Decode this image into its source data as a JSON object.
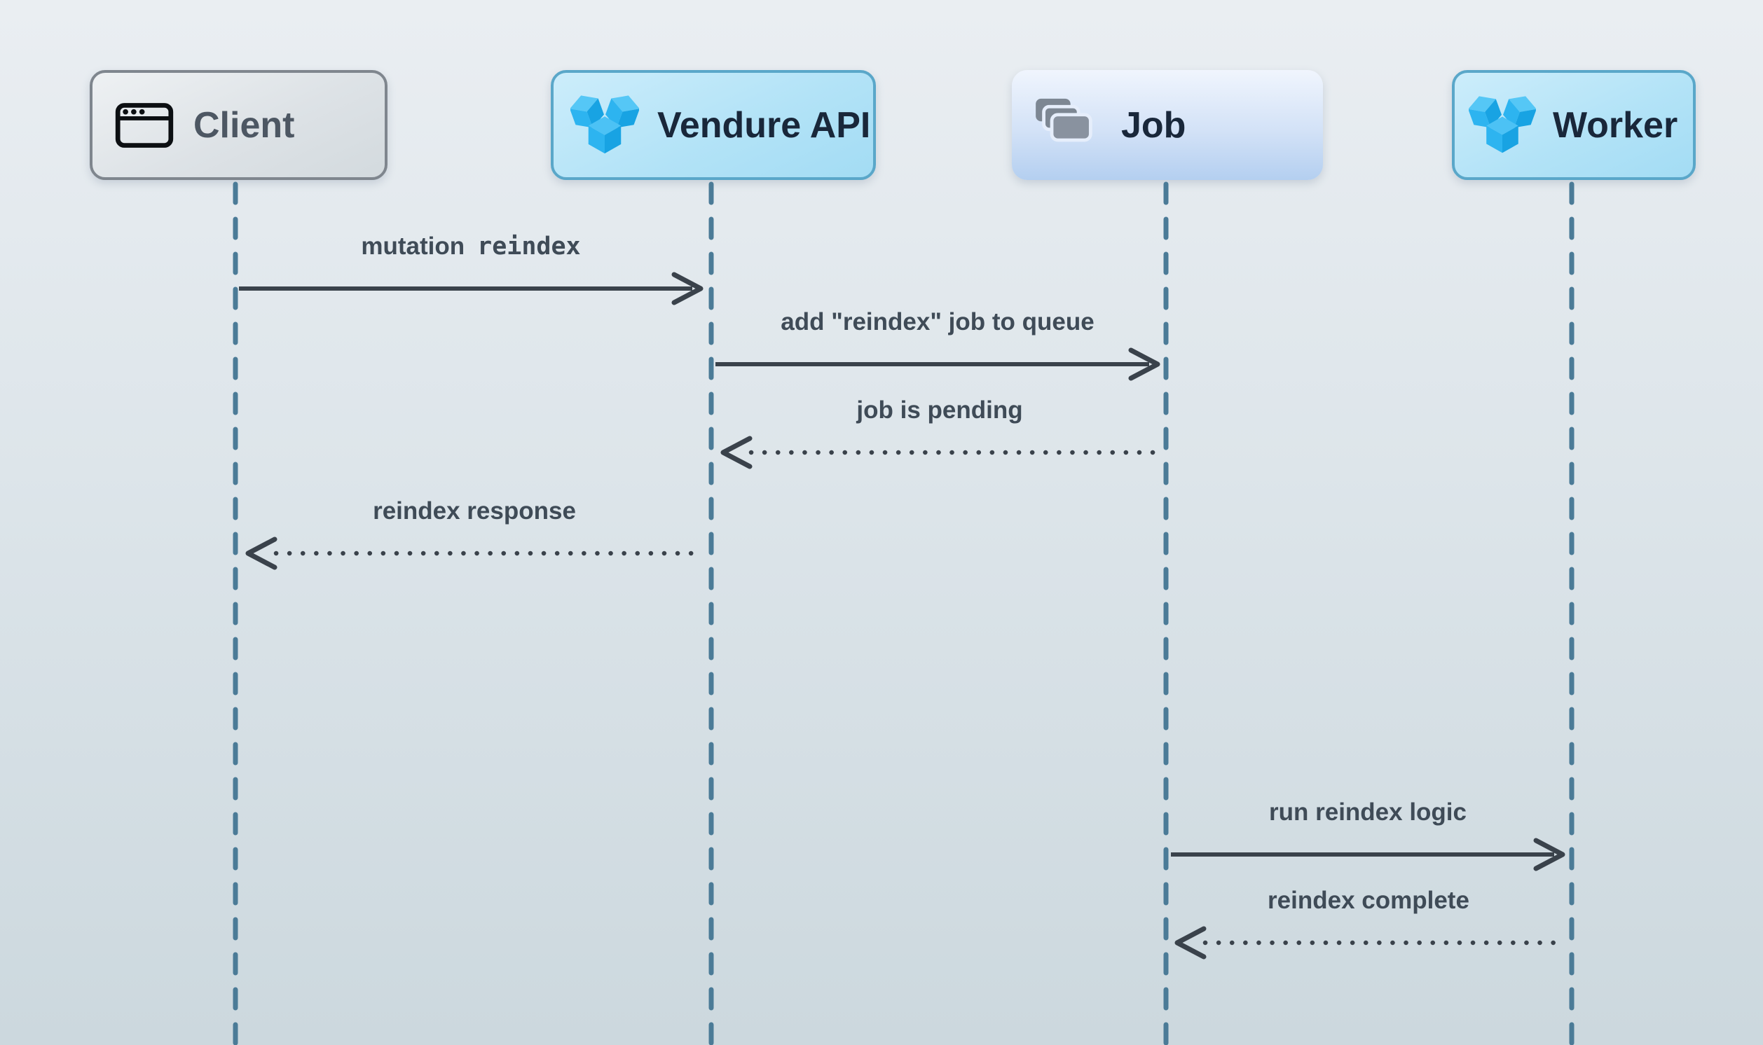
{
  "diagram": {
    "type": "sequence",
    "actors": [
      {
        "label": "Client",
        "icon": "browser-window-icon",
        "style": "gray"
      },
      {
        "label": "Vendure API",
        "icon": "vendure-logo-icon",
        "style": "blue"
      },
      {
        "label": "Job",
        "icon": "stacked-cards-icon",
        "style": "soft-blue"
      },
      {
        "label": "Worker",
        "icon": "vendure-logo-icon",
        "style": "blue"
      }
    ],
    "messages": [
      {
        "from": "Client",
        "to": "Vendure API",
        "label": "mutation",
        "code": "reindex",
        "line": "solid",
        "direction": "right"
      },
      {
        "from": "Vendure API",
        "to": "Job",
        "label": "add \"reindex\" job to queue",
        "line": "solid",
        "direction": "right"
      },
      {
        "from": "Job",
        "to": "Vendure API",
        "label": "job is pending",
        "line": "dotted",
        "direction": "left"
      },
      {
        "from": "Vendure API",
        "to": "Client",
        "label": "reindex response",
        "line": "dotted",
        "direction": "left"
      },
      {
        "from": "Job",
        "to": "Worker",
        "label": "run reindex logic",
        "line": "solid",
        "direction": "right"
      },
      {
        "from": "Worker",
        "to": "Job",
        "label": "reindex complete",
        "line": "dotted",
        "direction": "left"
      }
    ],
    "colors": {
      "background_top": "#eaeef2",
      "background_bottom": "#ccd8de",
      "lifeline": "#4b7b97",
      "arrow": "#3a424b",
      "message_text": "#3f4b57",
      "vendure_blue": "#2db4f0",
      "actor_blue_bg": "#b3e3f7",
      "actor_blue_border": "#5aa7c9",
      "actor_gray_border": "#7f868e",
      "job_box_bottom": "#b4cff0",
      "actor_title_dark": "#19273a",
      "actor_title_gray": "#4d5763"
    }
  }
}
